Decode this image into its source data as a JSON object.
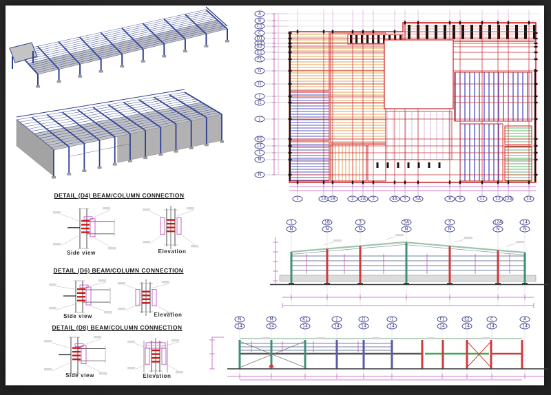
{
  "details": [
    {
      "title": "DETAIL (D4)   BEAM/COLUMN CONNECTION",
      "side_label": "Side view",
      "elev_label": "Elevation"
    },
    {
      "title": "DETAIL (D6)   BEAM/COLUMN CONNECTION",
      "side_label": "Side view",
      "elev_label": "Elevation"
    },
    {
      "title": "DETAIL (D8)   BEAM/COLUMN CONNECTION",
      "side_label": "Side view",
      "elev_label": "Elevation"
    }
  ],
  "plan": {
    "row_bubbles": [
      "A",
      "B",
      "C1",
      "C",
      "D1",
      "E3",
      "E2",
      "E1",
      "F1",
      "G",
      "I1",
      "I",
      "J1",
      "J",
      "K1",
      "L1",
      "L",
      "M",
      "N"
    ],
    "col_bubbles": [
      "1",
      "1A",
      "1B",
      "2",
      "2A",
      "3",
      "4A",
      "5",
      "5A",
      "8",
      "9",
      "11",
      "12",
      "12A",
      "14"
    ]
  },
  "long_elevation": {
    "top_labels": [
      "1",
      "1B",
      "3",
      "5A",
      "9",
      "12A",
      "14"
    ],
    "bottom_label": "N"
  },
  "end_elevation": {
    "top_labels": [
      "N",
      "M",
      "K1",
      "J",
      "J1",
      "I1",
      "F1",
      "E2",
      "C",
      "A"
    ],
    "bottom_label": "14"
  },
  "colors": {
    "cad_red": "#cc2020",
    "cad_magenta": "#c050c0",
    "cad_blue": "#3535c0",
    "cad_orange": "#e09a45",
    "cad_green": "#3aa850",
    "steel_blue": "#2e3e92",
    "column_teal": "#3f8f78",
    "column_red": "#cc3a3a",
    "column_blue": "#5a5aa8",
    "girt_blue": "#40557f",
    "eave_green": "#9fc3a8"
  }
}
